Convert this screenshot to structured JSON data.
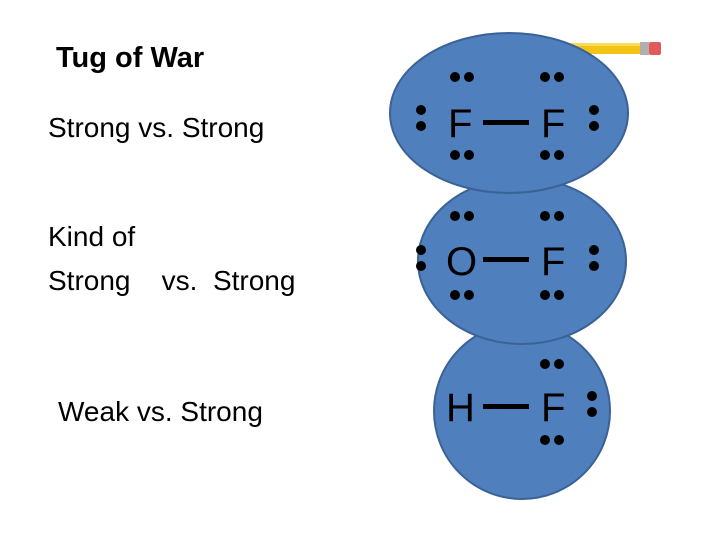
{
  "title": "Tug of War",
  "rows": [
    {
      "label": "Strong vs. Strong",
      "left_atom": "F",
      "right_atom": "F"
    },
    {
      "label_line1": "Kind of",
      "label_line2": "Strong    vs.  Strong",
      "left_atom": "O",
      "right_atom": "F"
    },
    {
      "label": "Weak vs. Strong",
      "left_atom": "H",
      "right_atom": "F"
    }
  ],
  "colors": {
    "ellipse_fill": "#4f7fbd",
    "ellipse_stroke": "#3a6296",
    "pencil_body": "#f2c417",
    "pencil_eraser": "#e05a5a"
  },
  "icons": {
    "pencil": "pencil-icon"
  }
}
